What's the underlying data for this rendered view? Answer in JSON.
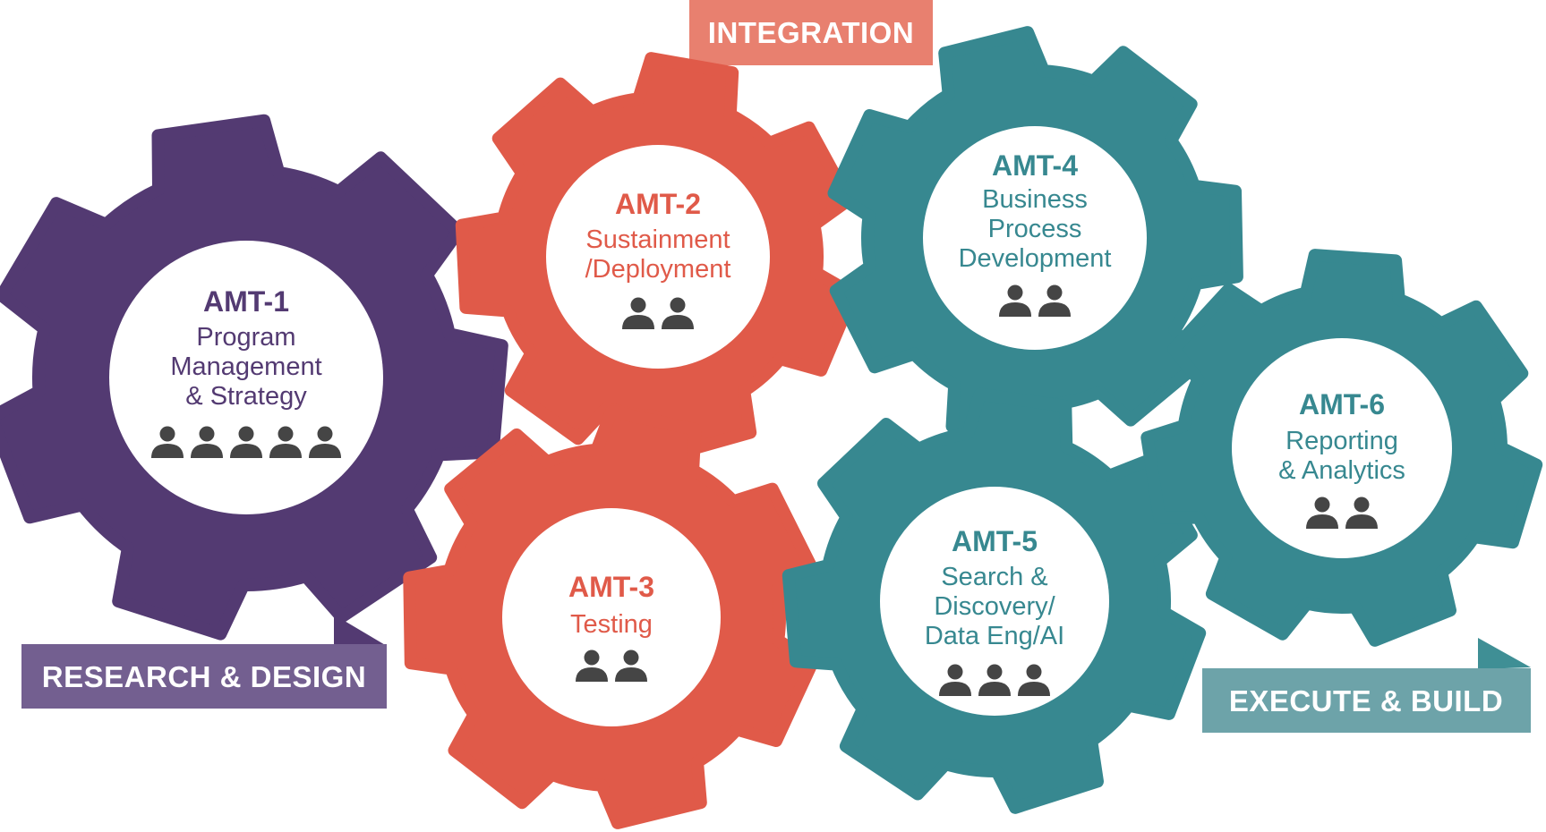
{
  "colors": {
    "purple": "#533a72",
    "orange": "#e05a49",
    "teal": "#378890",
    "person": "#454545",
    "ribbon_purple": "#735f90",
    "ribbon_orange": "#e8806f",
    "ribbon_teal": "#6da3a9",
    "ribbon_teal_tab": "#3f8f95"
  },
  "ribbons": {
    "integration": "INTEGRATION",
    "research": "RESEARCH & DESIGN",
    "execute": "EXECUTE & BUILD"
  },
  "gears": [
    {
      "key": "amt1",
      "id": "AMT-1",
      "lines": [
        "Program",
        "Management",
        "& Strategy"
      ],
      "people": 5
    },
    {
      "key": "amt2",
      "id": "AMT-2",
      "lines": [
        "Sustainment",
        "/Deployment"
      ],
      "people": 2
    },
    {
      "key": "amt3",
      "id": "AMT-3",
      "lines": [
        "Testing"
      ],
      "people": 2
    },
    {
      "key": "amt4",
      "id": "AMT-4",
      "lines": [
        "Business",
        "Process",
        "Development"
      ],
      "people": 2
    },
    {
      "key": "amt5",
      "id": "AMT-5",
      "lines": [
        "Search &",
        "Discovery/",
        "Data Eng/AI"
      ],
      "people": 3
    },
    {
      "key": "amt6",
      "id": "AMT-6",
      "lines": [
        "Reporting",
        "& Analytics"
      ],
      "people": 2
    }
  ]
}
